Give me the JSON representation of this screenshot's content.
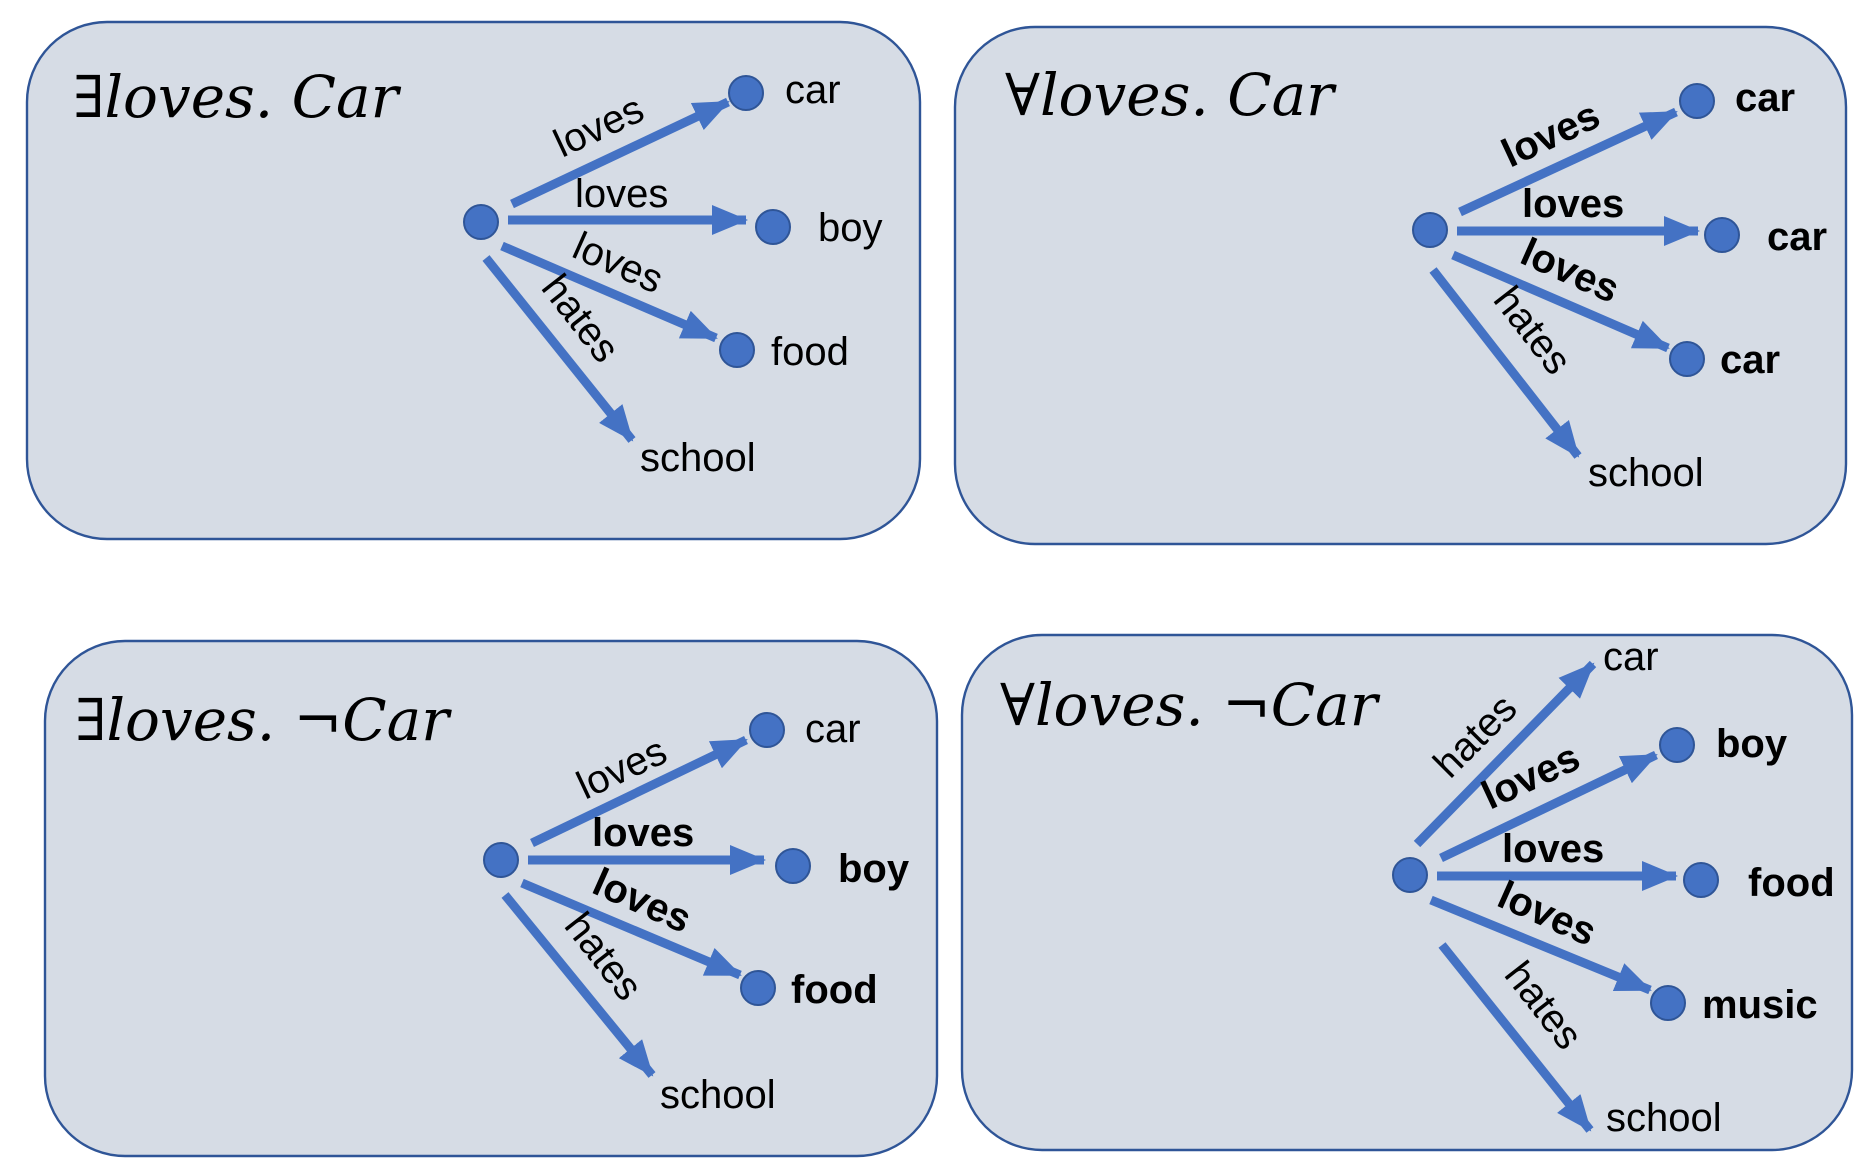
{
  "colors": {
    "panel_fill": "#d6dce5",
    "panel_border": "#2f5597",
    "edge": "#4472c4",
    "node": "#4472c4"
  },
  "panels": [
    {
      "title": "∃loves. Car",
      "edges": [
        {
          "label": "loves",
          "label_bold": true,
          "target": "car",
          "target_bold": true,
          "target_node": true
        },
        {
          "label": "loves",
          "label_bold": false,
          "target": "boy",
          "target_bold": false,
          "target_node": true
        },
        {
          "label": "loves",
          "label_bold": false,
          "target": "food",
          "target_bold": false,
          "target_node": true
        },
        {
          "label": "hates",
          "label_bold": false,
          "target": "school",
          "target_bold": false,
          "target_node": false
        }
      ]
    },
    {
      "title": "∀loves. Car",
      "edges": [
        {
          "label": "loves",
          "label_bold": true,
          "target": "car",
          "target_bold": true,
          "target_node": true
        },
        {
          "label": "loves",
          "label_bold": true,
          "target": "car",
          "target_bold": true,
          "target_node": true
        },
        {
          "label": "loves",
          "label_bold": true,
          "target": "car",
          "target_bold": true,
          "target_node": true
        },
        {
          "label": "hates",
          "label_bold": false,
          "target": "school",
          "target_bold": false,
          "target_node": false
        }
      ]
    },
    {
      "title": "∃loves. ¬Car",
      "edges": [
        {
          "label": "loves",
          "label_bold": false,
          "target": "car",
          "target_bold": false,
          "target_node": true
        },
        {
          "label": "loves",
          "label_bold": true,
          "target": "boy",
          "target_bold": true,
          "target_node": true
        },
        {
          "label": "loves",
          "label_bold": true,
          "target": "food",
          "target_bold": true,
          "target_node": true
        },
        {
          "label": "hates",
          "label_bold": false,
          "target": "school",
          "target_bold": false,
          "target_node": false
        }
      ]
    },
    {
      "title": "∀loves. ¬Car",
      "edges": [
        {
          "label": "hates",
          "label_bold": false,
          "target": "car",
          "target_bold": false,
          "target_node": false
        },
        {
          "label": "loves",
          "label_bold": true,
          "target": "boy",
          "target_bold": true,
          "target_node": true
        },
        {
          "label": "loves",
          "label_bold": true,
          "target": "food",
          "target_bold": true,
          "target_node": true
        },
        {
          "label": "loves",
          "label_bold": true,
          "target": "music",
          "target_bold": true,
          "target_node": true
        },
        {
          "label": "hates",
          "label_bold": false,
          "target": "school",
          "target_bold": false,
          "target_node": false
        }
      ]
    }
  ]
}
